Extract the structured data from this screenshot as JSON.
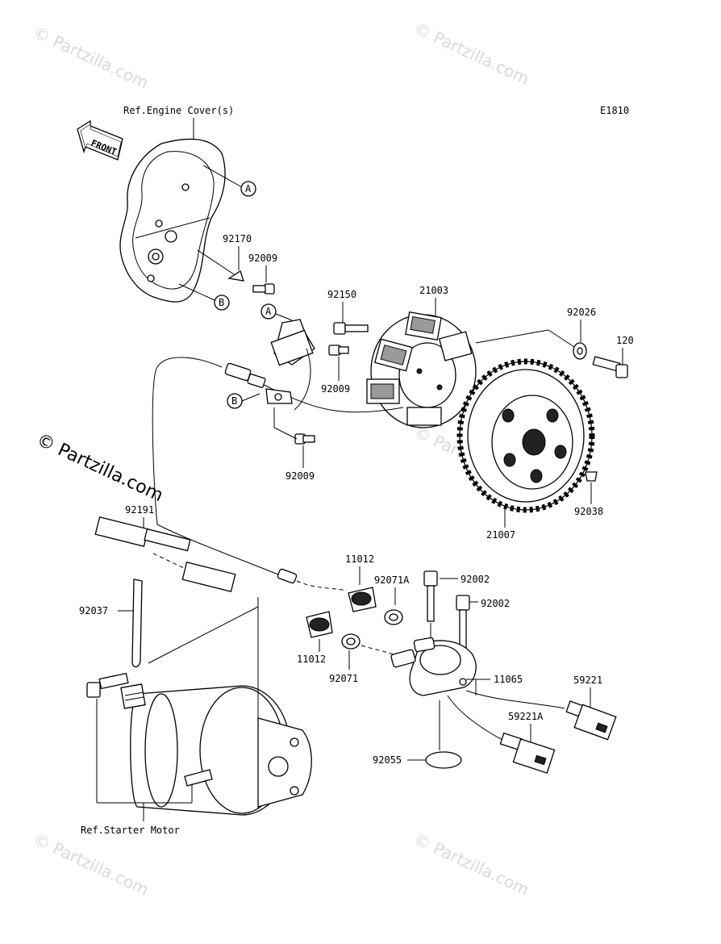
{
  "diagram_code": "E1810",
  "front_arrow": "FRONT",
  "refs": {
    "engine_cover": "Ref.Engine Cover(s)",
    "starter_motor": "Ref.Starter Motor"
  },
  "callouts": {
    "A": "A",
    "B": "B"
  },
  "parts": {
    "p92170": "92170",
    "p92009a": "92009",
    "p92150": "92150",
    "p21003": "21003",
    "p92026": "92026",
    "p120": "120",
    "p92009b": "92009",
    "p92009c": "92009",
    "p92191": "92191",
    "p21007": "21007",
    "p92038": "92038",
    "p11012a": "11012",
    "p92071A": "92071A",
    "p92002a": "92002",
    "p92002b": "92002",
    "p92037": "92037",
    "p11012b": "11012",
    "p92071": "92071",
    "p11065": "11065",
    "p59221": "59221",
    "p59221A": "59221A",
    "p92055": "92055"
  },
  "watermarks": {
    "small": "© Partzilla.com",
    "large": "© Partzilla.com"
  }
}
